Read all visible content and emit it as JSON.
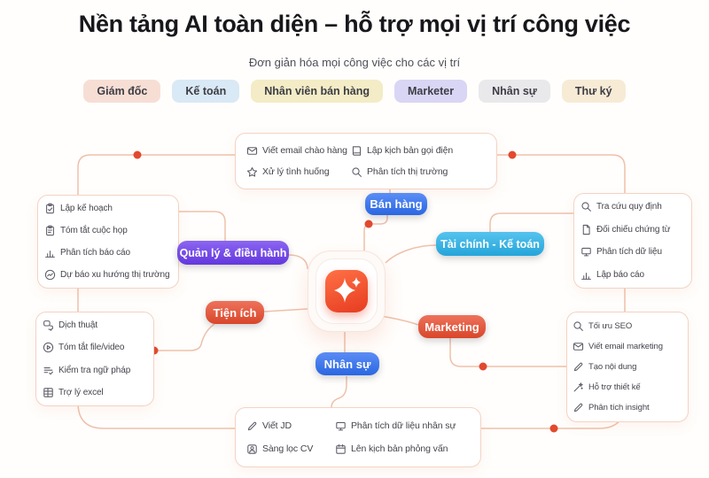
{
  "header": {
    "title": "Nền tảng AI toàn diện – hỗ trợ mọi vị trí công việc",
    "subtitle": "Đơn giản hóa mọi công việc cho các vị trí"
  },
  "role_chips": [
    {
      "label": "Giám đốc",
      "bg": "#f7ded5"
    },
    {
      "label": "Kế toán",
      "bg": "#d9e9f5"
    },
    {
      "label": "Nhân viên bán hàng",
      "bg": "#f3ecc6"
    },
    {
      "label": "Marketer",
      "bg": "#d9d5f4"
    },
    {
      "label": "Nhân sự",
      "bg": "#e9e9ec"
    },
    {
      "label": "Thư ký",
      "bg": "#f7ebd6"
    }
  ],
  "center": {
    "icon": "sparkle-icon"
  },
  "categories": {
    "sales": {
      "label": "Bán hàng",
      "color": "#2d6ef3",
      "items": [
        {
          "label": "Viết email chào hàng",
          "icon": "mail-icon"
        },
        {
          "label": "Xử lý tình huống",
          "icon": "star-icon"
        },
        {
          "label": "Lập kịch bản gọi điện",
          "icon": "script-book-icon"
        },
        {
          "label": "Phân tích thị trường",
          "icon": "market-search-icon"
        }
      ]
    },
    "management": {
      "label": "Quản lý & điều hành",
      "color": "#6b3bee",
      "items": [
        {
          "label": "Lập kế hoạch",
          "icon": "plan-clipboard-icon"
        },
        {
          "label": "Tóm tắt cuộc họp",
          "icon": "clipboard-icon"
        },
        {
          "label": "Phân tích báo cáo",
          "icon": "bar-chart-icon"
        },
        {
          "label": "Dự báo xu hướng thị trường",
          "icon": "trend-circle-icon"
        }
      ]
    },
    "finance": {
      "label": "Tài chính - Kế toán",
      "color": "#27b2ea",
      "items": [
        {
          "label": "Tra cứu quy định",
          "icon": "search-icon"
        },
        {
          "label": "Đối chiếu chứng từ",
          "icon": "document-icon"
        },
        {
          "label": "Phân tích dữ liệu",
          "icon": "monitor-icon"
        },
        {
          "label": "Lập báo cáo",
          "icon": "bar-chart-icon"
        }
      ]
    },
    "utility": {
      "label": "Tiện ích",
      "color": "#e94b2d",
      "items": [
        {
          "label": "Dịch thuật",
          "icon": "translate-icon"
        },
        {
          "label": "Tóm tắt file/video",
          "icon": "video-play-icon"
        },
        {
          "label": "Kiểm tra ngữ pháp",
          "icon": "grammar-check-icon"
        },
        {
          "label": "Trợ lý excel",
          "icon": "spreadsheet-grid-icon"
        }
      ]
    },
    "marketing": {
      "label": "Marketing",
      "color": "#e94b2d",
      "items": [
        {
          "label": "Tối ưu SEO",
          "icon": "seo-search-icon"
        },
        {
          "label": "Viết email marketing",
          "icon": "mail-icon"
        },
        {
          "label": "Tạo nội dung",
          "icon": "pencil-icon"
        },
        {
          "label": "Hỗ trợ thiết kế",
          "icon": "design-wand-icon"
        },
        {
          "label": "Phân tích insight",
          "icon": "insight-pen-icon"
        }
      ]
    },
    "hr": {
      "label": "Nhân sự",
      "color": "#2d6ef3",
      "items": [
        {
          "label": "Viết JD",
          "icon": "pencil-icon"
        },
        {
          "label": "Sàng lọc CV",
          "icon": "cv-user-icon"
        },
        {
          "label": "Phân tích dữ liệu nhân sự",
          "icon": "hr-data-icon"
        },
        {
          "label": "Lên kịch bản phỏng vấn",
          "icon": "interview-calendar-icon"
        }
      ]
    }
  },
  "colors": {
    "connector": "#efc0aa",
    "junction_dot": "#e2492e",
    "background": "#fffefc",
    "center_logo": "#e84a2b"
  }
}
